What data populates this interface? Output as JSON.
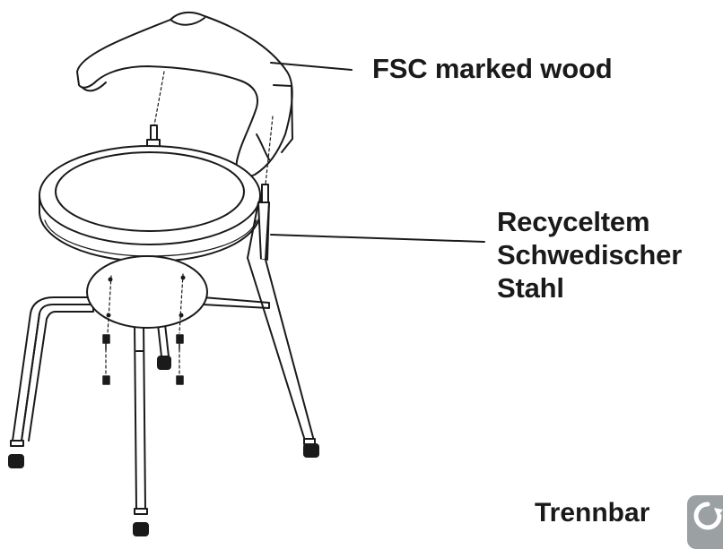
{
  "callouts": {
    "wood": "FSC marked wood",
    "steel_lines": [
      "Recyceltem",
      "Schwedischer",
      "Stahl"
    ]
  },
  "footer": {
    "label": "Trennbar",
    "icon": "recycle-icon",
    "badge_color": "#9ba0a3"
  },
  "colors": {
    "line": "#1a1a1a",
    "background": "#ffffff"
  }
}
